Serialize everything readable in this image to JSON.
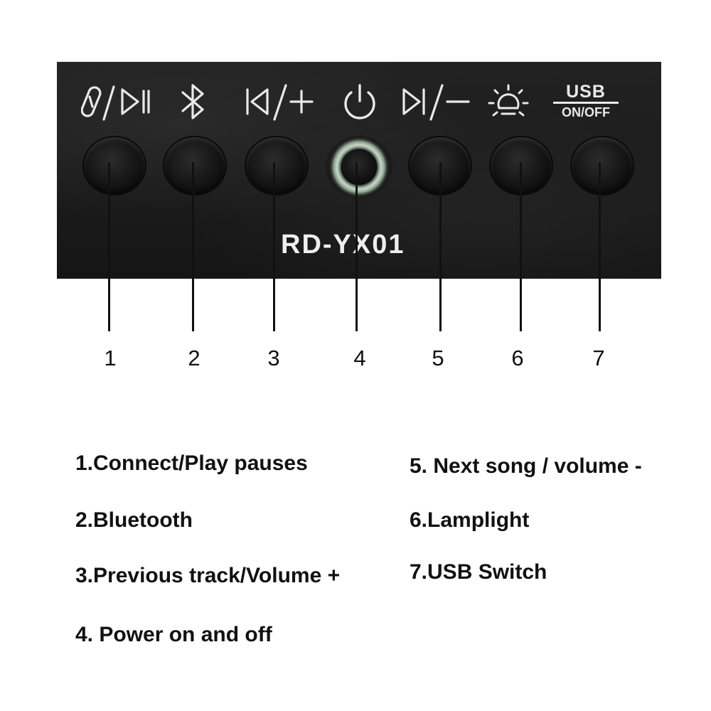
{
  "panel": {
    "model": "RD-YX01",
    "usb_label_top": "USB",
    "usb_label_bottom": "ON/OFF"
  },
  "icons": [
    "connect-play-pause-icon",
    "bluetooth-icon",
    "previous-volume-up-icon",
    "power-icon",
    "next-volume-down-icon",
    "lamp-icon",
    "usb-switch-icon"
  ],
  "colors": {
    "panel": "#1b1b1b",
    "icon": "#e9e9e9",
    "ring_glow": "#c9d8c7",
    "text": "#111111"
  },
  "numbers": [
    "1",
    "2",
    "3",
    "4",
    "5",
    "6",
    "7"
  ],
  "descriptions": {
    "d1": "1.Connect/Play pauses",
    "d2": "2.Bluetooth",
    "d3": "3.Previous track/Volume +",
    "d4": "4. Power on and off",
    "d5": "5. Next song / volume -",
    "d6": "6.Lamplight",
    "d7": "7.USB Switch"
  }
}
